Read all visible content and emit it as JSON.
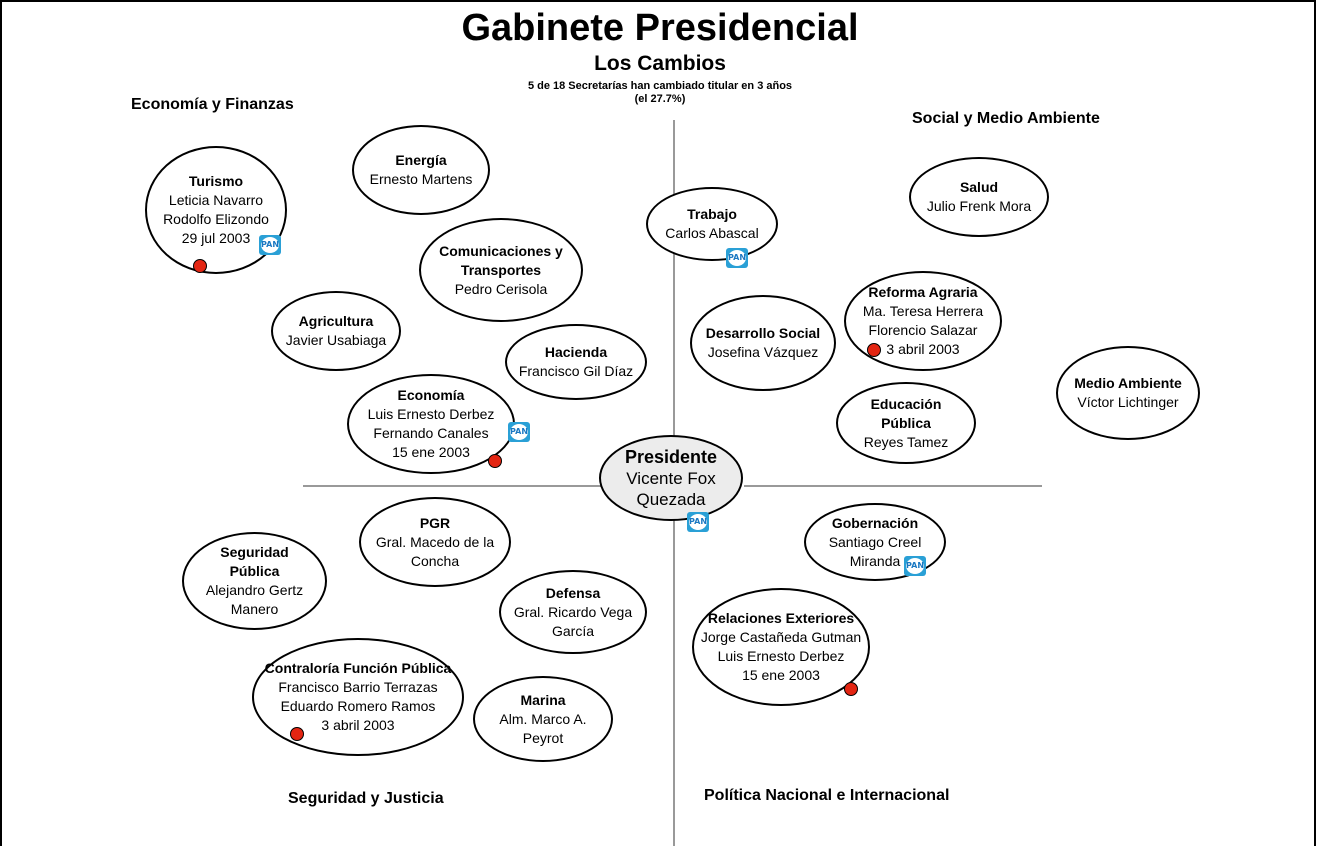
{
  "title": "Gabinete Presidencial",
  "subtitle": "Los Cambios",
  "stat_line1": "5 de 18 Secretarías han cambiado titular en 3 años",
  "stat_line2": "(el 27.7%)",
  "quadrants": {
    "economia": "Economía y Finanzas",
    "social": "Social y Medio Ambiente",
    "seguridad": "Seguridad y Justicia",
    "politica": "Política Nacional e Internacional"
  },
  "pan_label": "PAN",
  "nodes": {
    "presidente": {
      "name": "Presidente",
      "lines": [
        "Vicente Fox",
        "Quezada"
      ]
    },
    "turismo": {
      "name": "Turismo",
      "lines": [
        "Leticia Navarro",
        "Rodolfo Elizondo",
        "29 jul 2003"
      ]
    },
    "energia": {
      "name": "Energía",
      "lines": [
        "Ernesto Martens"
      ]
    },
    "comunicaciones": {
      "name": "Comunicaciones y Transportes",
      "lines": [
        "Pedro Cerisola"
      ]
    },
    "agricultura": {
      "name": "Agricultura",
      "lines": [
        "Javier Usabiaga"
      ]
    },
    "hacienda": {
      "name": "Hacienda",
      "lines": [
        "Francisco Gil Díaz"
      ]
    },
    "economia": {
      "name": "Economía",
      "lines": [
        "Luis Ernesto Derbez",
        "Fernando Canales",
        "15 ene 2003"
      ]
    },
    "trabajo": {
      "name": "Trabajo",
      "lines": [
        "Carlos Abascal"
      ]
    },
    "salud": {
      "name": "Salud",
      "lines": [
        "Julio Frenk Mora"
      ]
    },
    "reforma_agraria": {
      "name": "Reforma Agraria",
      "lines": [
        "Ma. Teresa Herrera",
        "Florencio Salazar",
        "3 abril 2003"
      ]
    },
    "desarrollo_social": {
      "name": "Desarrollo Social",
      "lines": [
        "Josefina Vázquez"
      ]
    },
    "medio_ambiente": {
      "name": "Medio Ambiente",
      "lines": [
        "Víctor Lichtinger"
      ]
    },
    "educacion": {
      "name": "Educación Pública",
      "lines": [
        "Reyes Tamez"
      ]
    },
    "pgr": {
      "name": "PGR",
      "lines": [
        "Gral. Macedo de la",
        "Concha"
      ]
    },
    "seguridad_publica": {
      "name": "Seguridad Pública",
      "lines": [
        "Alejandro Gertz",
        "Manero"
      ]
    },
    "defensa": {
      "name": "Defensa",
      "lines": [
        "Gral. Ricardo Vega",
        "García"
      ]
    },
    "contraloria": {
      "name": "Contraloría Función Pública",
      "lines": [
        "Francisco Barrio Terrazas",
        "Eduardo Romero Ramos",
        "3 abril 2003"
      ]
    },
    "marina": {
      "name": "Marina",
      "lines": [
        "Alm. Marco A.",
        "Peyrot"
      ]
    },
    "gobernacion": {
      "name": "Gobernación",
      "lines": [
        "Santiago Creel",
        "Miranda"
      ]
    },
    "relaciones": {
      "name": "Relaciones Exteriores",
      "lines": [
        "Jorge Castañeda Gutman",
        "Luis Ernesto Derbez",
        "15 ene 2003"
      ]
    }
  }
}
